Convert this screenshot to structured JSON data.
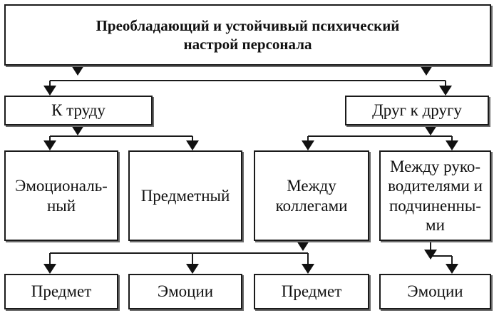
{
  "root": {
    "title": "Преобладающий и устойчивый психический\nнастрой персонала"
  },
  "level1": {
    "to_work": "К труду",
    "to_each_other": "Друг к другу"
  },
  "level2": {
    "emotional": "Эмоциональ-\nный",
    "subject": "Предметный",
    "between_colleagues": "Между\nколлегами",
    "managers_subordinates": "Между руко-\nводителями и\nподчиненны-\nми"
  },
  "level3": {
    "subject_1": "Предмет",
    "emotions_1": "Эмоции",
    "subject_2": "Предмет",
    "emotions_2": "Эмоции"
  }
}
